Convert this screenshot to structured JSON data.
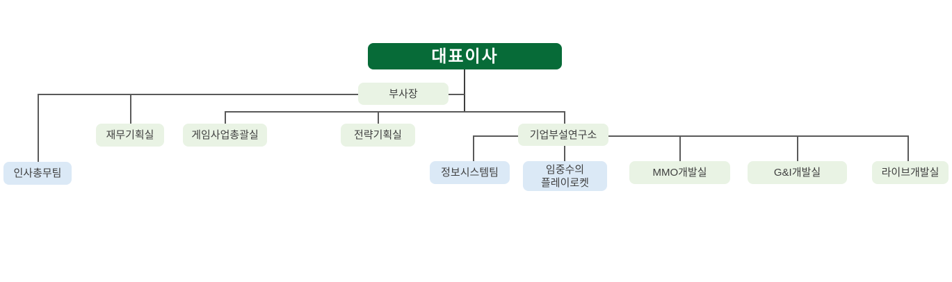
{
  "colors": {
    "primary_dark": "#076b38",
    "node_green": "#e9f3e4",
    "node_blue": "#dbe9f6",
    "line": "#595959",
    "line_dark": "#3d3d3d",
    "text": "#3f3f3f",
    "ceo_text": "#ffffff"
  },
  "nodes": {
    "ceo": {
      "label": "대표이사"
    },
    "vp": {
      "label": "부사장"
    },
    "hr": {
      "label": "인사총무팀"
    },
    "finance": {
      "label": "재무기획실"
    },
    "gamebiz": {
      "label": "게임사업총괄실"
    },
    "strategy": {
      "label": "전략기획실"
    },
    "research": {
      "label": "기업부설연구소"
    },
    "infosys": {
      "label": "정보시스템팀"
    },
    "playrocket": {
      "label": "임중수의\n플레이로켓"
    },
    "mmo": {
      "label": "MMO개발실"
    },
    "gi": {
      "label": "G&I개발실"
    },
    "live": {
      "label": "라이브개발실"
    }
  },
  "hierarchy": {
    "root": "대표이사",
    "staff": [
      "부사장"
    ],
    "children_of_root": [
      "인사총무팀",
      "재무기획실",
      "게임사업총괄실",
      "전략기획실",
      "기업부설연구소"
    ],
    "children_of_research": [
      "정보시스템팀",
      "임중수의 플레이로켓",
      "MMO개발실",
      "G&I개발실",
      "라이브개발실"
    ]
  }
}
